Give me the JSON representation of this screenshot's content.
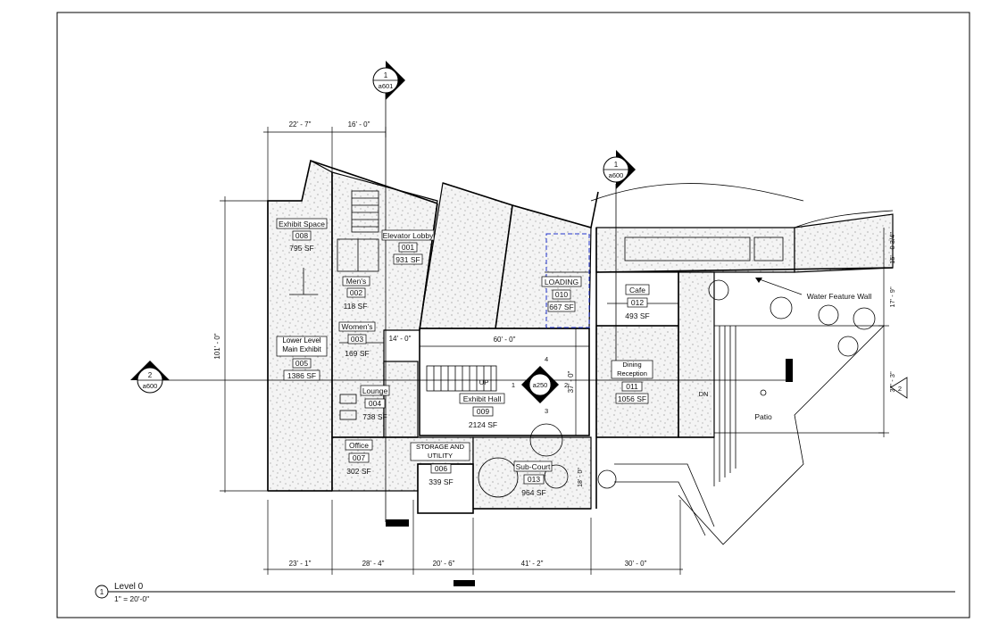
{
  "colors": {
    "line": "#000000",
    "paper": "#ffffff",
    "poche": "#f1f1f1",
    "accent_dash": "#2233cc"
  },
  "section_markers": [
    {
      "id": "m1",
      "num": "1",
      "sheet": "a601"
    },
    {
      "id": "m2",
      "num": "1",
      "sheet": "a600"
    },
    {
      "id": "m3",
      "num": "2",
      "sheet": "a600"
    },
    {
      "id": "m4",
      "num": "2",
      "sheet": ""
    }
  ],
  "elevation": {
    "sheet": "a250",
    "top": "4",
    "bottom": "3",
    "left": "1",
    "right": "2"
  },
  "rooms": [
    {
      "id": "r008",
      "name": "Exhibit Space",
      "number": "008",
      "area": "795 SF"
    },
    {
      "id": "r001",
      "name": "Elevator Lobby",
      "number": "001",
      "area": "931 SF"
    },
    {
      "id": "r002",
      "name": "Men's",
      "number": "002",
      "area": "118 SF"
    },
    {
      "id": "r003",
      "name": "Women's",
      "number": "003",
      "area": "169 SF"
    },
    {
      "id": "r005",
      "name": "Lower Level Main Exhibit",
      "number": "005",
      "area": "1386 SF"
    },
    {
      "id": "r004",
      "name": "Lounge",
      "number": "004",
      "area": "738 SF"
    },
    {
      "id": "r007",
      "name": "Office",
      "number": "007",
      "area": "302 SF"
    },
    {
      "id": "r006",
      "name": "STORAGE AND UTILITY",
      "number": "006",
      "area": "339 SF"
    },
    {
      "id": "r009",
      "name": "Exhibit Hall",
      "number": "009",
      "area": "2124 SF"
    },
    {
      "id": "r010",
      "name": "LOADING",
      "number": "010",
      "area": "667 SF"
    },
    {
      "id": "r012",
      "name": "Cafe",
      "number": "012",
      "area": "493 SF"
    },
    {
      "id": "r011",
      "name": "Dining Reception",
      "number": "011",
      "area": "1056 SF"
    },
    {
      "id": "r013",
      "name": "Sub-Court",
      "number": "013",
      "area": "964 SF"
    }
  ],
  "labels": {
    "water_feature": "Water Feature Wall",
    "patio": "Patio",
    "up": "UP",
    "dn": "DN"
  },
  "dimensions": {
    "top": [
      "22' - 7\"",
      "16' - 0\""
    ],
    "bottom": [
      "23' - 1\"",
      "28' - 4\"",
      "20' - 6\"",
      "41' - 2\"",
      "30' - 0\""
    ],
    "left": "101' - 0\"",
    "hall_width": "60' - 0\"",
    "hall_depth": "37' - 0\"",
    "corridor": "14' - 0\"",
    "right_a": "15' - 0 3/4\"",
    "right_b": "17' - 9\"",
    "right_c": "37' - 3\"",
    "court": "18' - 0\""
  },
  "title_block": {
    "number": "1",
    "title": "Level 0",
    "scale": "1\" = 20'-0\""
  }
}
